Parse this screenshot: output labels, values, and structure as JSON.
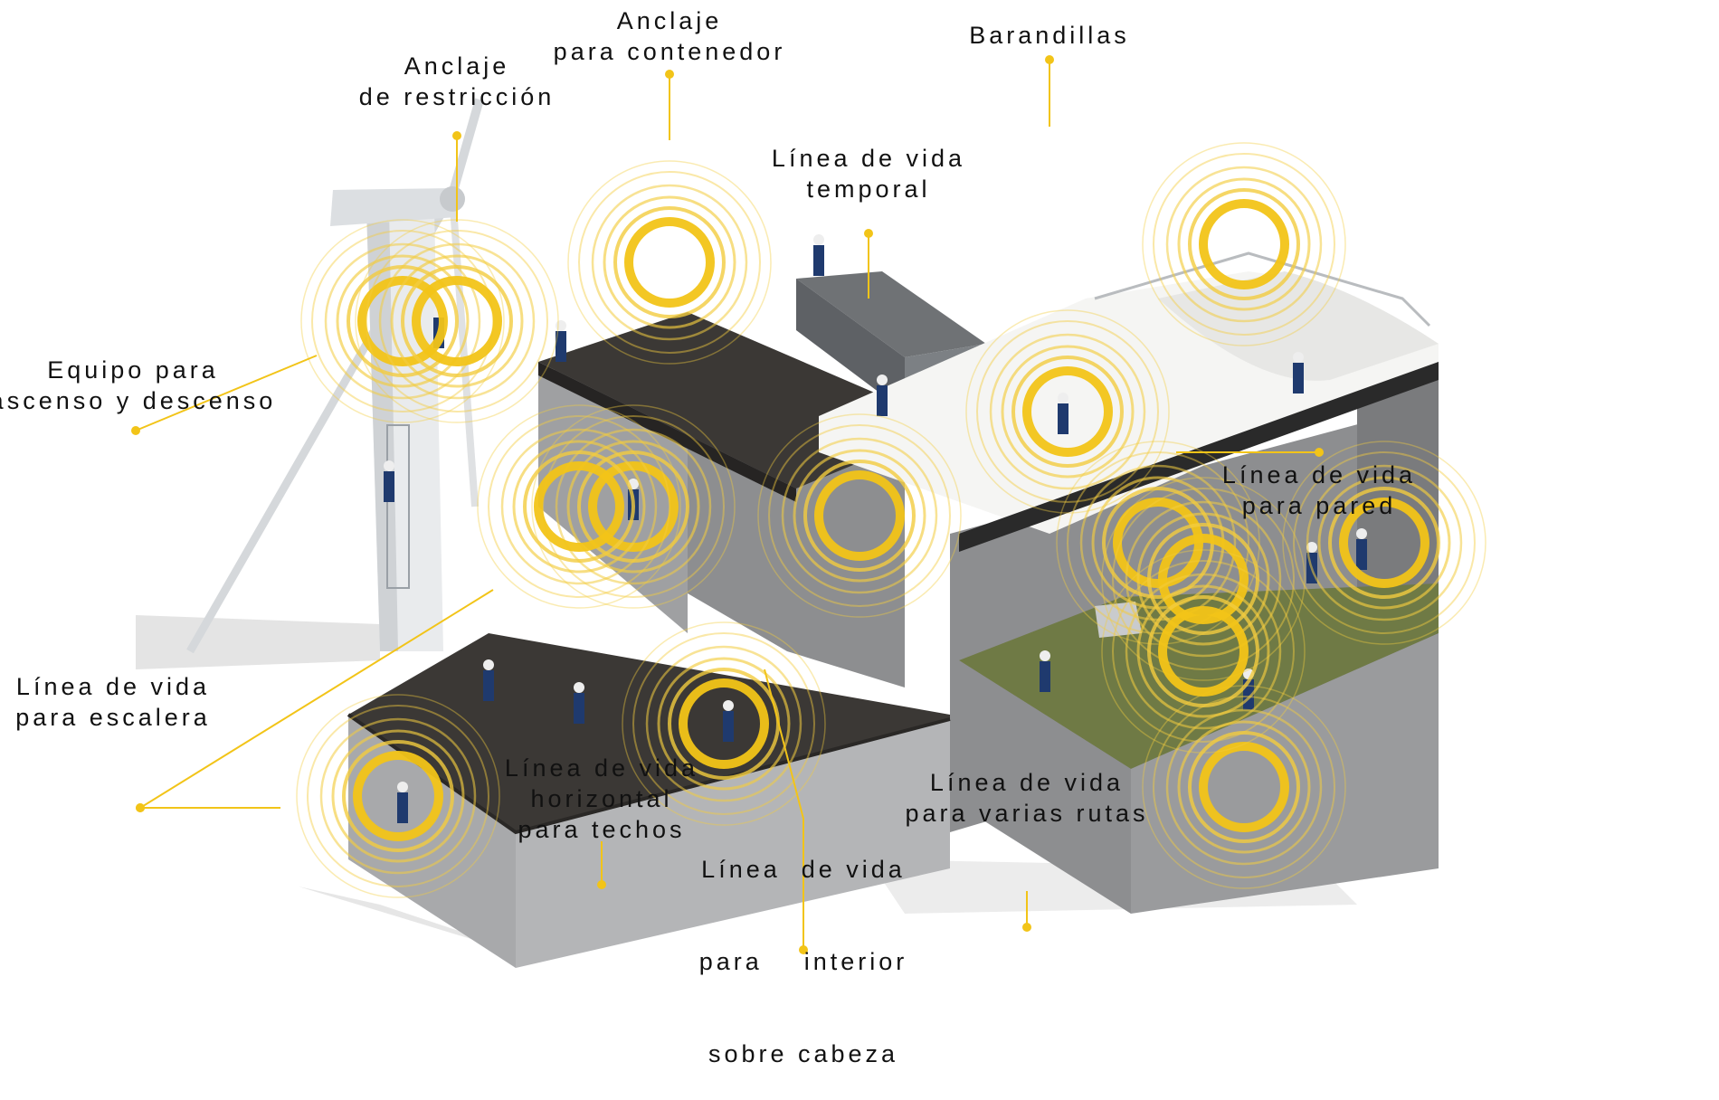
{
  "colors": {
    "accent": "#f2c418",
    "ring": "#f3cc3f",
    "wall": "#8d8e90",
    "wall_dark": "#6d6e71",
    "roof_dark": "#3b3835",
    "roof_white": "#f5f5f3",
    "green_roof": "#6f7a45",
    "worker": "#1f3a6e",
    "text": "#111111"
  },
  "labels": {
    "anclaje_contenedor": [
      "Anclaje",
      "para contenedor"
    ],
    "barandillas": [
      "Barandillas"
    ],
    "anclaje_restriccion": [
      "Anclaje",
      "de restricción"
    ],
    "linea_temporal": [
      "Línea de vida",
      "temporal"
    ],
    "equipo_ascenso": [
      "Equipo para",
      "ascenso y descenso"
    ],
    "linea_pared": [
      "Línea de vida",
      "para pared"
    ],
    "linea_escalera": [
      "Línea de vida",
      "para escalera"
    ],
    "linea_techos": [
      "Línea de vida",
      "horizontal",
      "para techos"
    ],
    "linea_interior": [
      "Línea  de vida",
      "para    interior",
      "sobre cabeza"
    ],
    "linea_rutas": [
      "Línea de vida",
      "para varias rutas"
    ]
  }
}
